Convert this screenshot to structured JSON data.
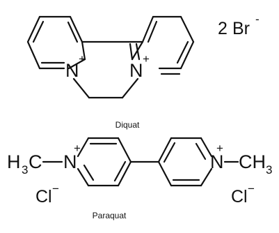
{
  "diquat": {
    "name": "Diquat",
    "n_left": "N",
    "n_right": "N",
    "plus": "+",
    "counterion_count": "2",
    "counterion": "Br",
    "counterion_charge": "-"
  },
  "paraquat": {
    "name": "Paraquat",
    "left_methyl_h": "H",
    "left_methyl_sub": "3",
    "left_methyl_c": "C",
    "right_methyl_c": "CH",
    "right_methyl_sub": "3",
    "n_left": "N",
    "n_right": "N",
    "plus": "+",
    "counterion": "Cl",
    "counterion_charge": "−"
  }
}
